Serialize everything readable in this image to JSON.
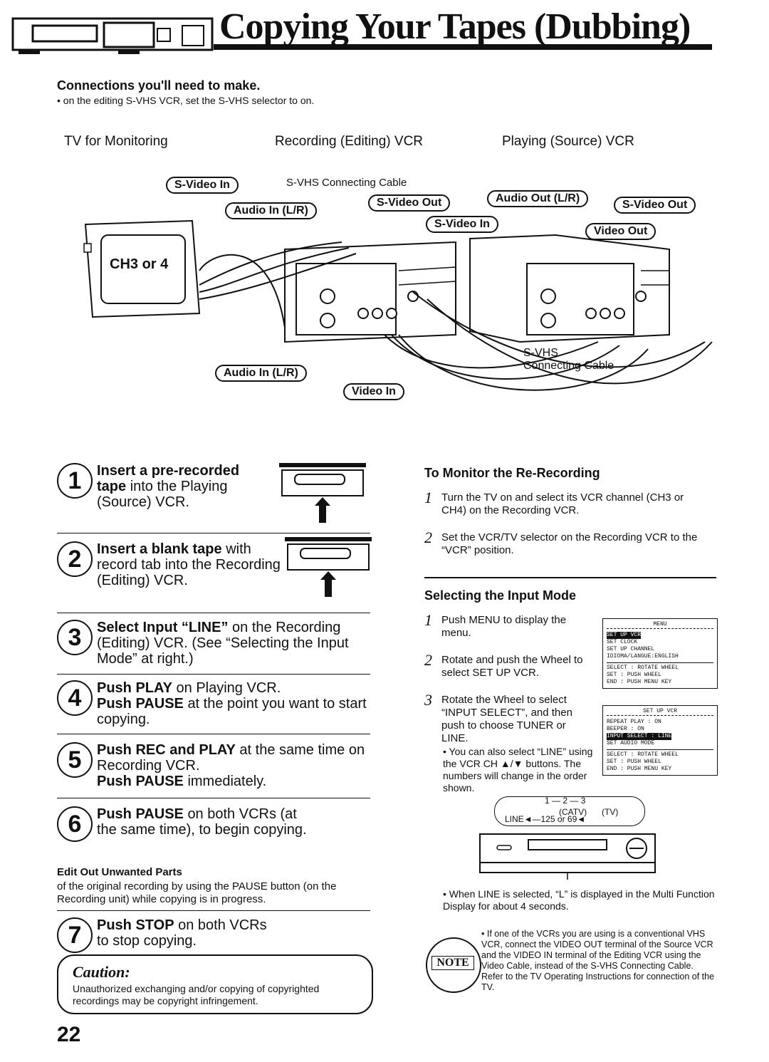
{
  "header": {
    "title": "Copying Your Tapes (Dubbing)"
  },
  "connections": {
    "heading": "Connections you'll need to make.",
    "note": "• on the editing S-VHS VCR, set the S-VHS selector to on."
  },
  "diagram": {
    "tv_label": "TV for Monitoring",
    "rec_label": "Recording (Editing) VCR",
    "play_label": "Playing (Source) VCR",
    "tv_screen": "CH3 or 4",
    "cable_label": "S-VHS Connecting Cable",
    "cable_label2_a": "S-VHS",
    "cable_label2_b": "Connecting Cable",
    "pills": {
      "svideo_in_top": "S-Video In",
      "audio_in_top": "Audio In (L/R)",
      "svideo_out_mid": "S-Video Out",
      "svideo_in_mid": "S-Video In",
      "audio_out": "Audio Out (L/R)",
      "svideo_out_right": "S-Video Out",
      "video_out": "Video Out",
      "audio_in_bottom": "Audio In (L/R)",
      "video_in_bottom": "Video In"
    }
  },
  "steps": [
    {
      "num": "1",
      "bold": "Insert a pre-recorded tape",
      "rest": "into the Playing (Source) VCR."
    },
    {
      "num": "2",
      "bold": "Insert a blank tape",
      "rest": "with record tab into the Recording (Editing) VCR."
    },
    {
      "num": "3",
      "bold": "Select Input “LINE”",
      "rest": "on the Recording (Editing) VCR. (See “Selecting the Input Mode” at right.)"
    },
    {
      "num": "4",
      "bold": "Push PLAY",
      "rest": "on Playing VCR.",
      "bold2": "Push PAUSE",
      "rest2": "at the point you want to start copying."
    },
    {
      "num": "5",
      "bold": "Push REC and PLAY",
      "rest": "at the same time on Recording VCR.",
      "bold2": "Push PAUSE",
      "rest2": "immediately."
    },
    {
      "num": "6",
      "bold": "Push PAUSE",
      "rest": "on both VCRs (at the same time), to begin copying."
    },
    {
      "num": "7",
      "bold": "Push STOP",
      "rest": "on both VCRs to stop copying."
    }
  ],
  "edit_out": {
    "heading": "Edit Out Unwanted Parts",
    "text": "of the original recording by using the PAUSE button (on the Recording unit) while copying is in progress."
  },
  "caution": {
    "heading": "Caution:",
    "text": "Unauthorized exchanging and/or copying of copyrighted recordings may be copyright infringement."
  },
  "page_number": "22",
  "monitor": {
    "heading": "To Monitor the Re-Recording",
    "steps": [
      {
        "n": "1",
        "t": "Turn the TV on and select its VCR channel (CH3 or CH4) on the Recording VCR."
      },
      {
        "n": "2",
        "t": "Set the VCR/TV selector on the Recording VCR to the “VCR” position."
      }
    ]
  },
  "input_mode": {
    "heading": "Selecting the Input Mode",
    "steps": [
      {
        "n": "1",
        "t": "Push MENU to display the menu."
      },
      {
        "n": "2",
        "t": "Rotate and push the Wheel to select SET UP VCR."
      },
      {
        "n": "3",
        "t": "Rotate the Wheel to select “INPUT SELECT”, and then push to choose TUNER or LINE."
      }
    ],
    "bullet": "• You can also select “LINE” using the VCR CH ▲/▼ buttons. The numbers will change in the order shown.",
    "sequence": "1 — 2 — 3",
    "catv": "(CATV)",
    "tv": "(TV)",
    "line": "LINE◄—125 or 69◄",
    "after": "• When LINE is selected, “L” is displayed in the Multi Function Display for about 4 seconds.",
    "menu1": {
      "title": "MENU",
      "rows": [
        "SET UP VCR",
        "SET CLOCK",
        "SET UP CHANNEL",
        "IDIOMA/LANGUE:ENGLISH"
      ],
      "keys": [
        "SELECT : ROTATE WHEEL",
        "SET : PUSH WHEEL",
        "END : PUSH MENU KEY"
      ]
    },
    "menu2": {
      "title": "SET UP VCR",
      "rows": [
        "REPEAT PLAY : ON",
        "BEEPER : ON",
        "INPUT SELECT : LINE",
        "SET AUDIO MODE"
      ],
      "keys": [
        "SELECT : ROTATE WHEEL",
        "SET : PUSH WHEEL",
        "END : PUSH MENU KEY"
      ]
    }
  },
  "note": {
    "label": "NOTE",
    "text": "• If one of the VCRs you are using is a conventional VHS VCR, connect the VIDEO OUT terminal of the Source VCR and the VIDEO IN terminal of the Editing VCR using the Video Cable, instead of the S-VHS Connecting Cable. Refer to the TV Operating Instructions for connection of the TV."
  }
}
